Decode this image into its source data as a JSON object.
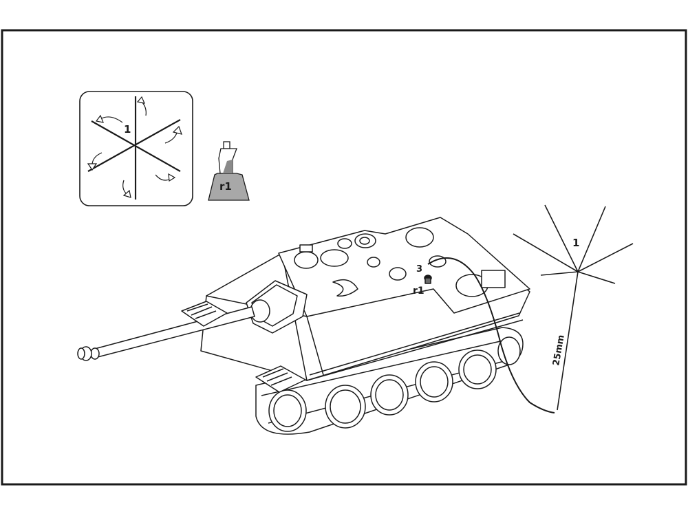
{
  "detail_box": {
    "part_number": "1"
  },
  "resin_part": {
    "label": "r1",
    "fill_color": "#a8a8a8"
  },
  "tank_callouts": {
    "part_number": "3",
    "resin_label": "r1"
  },
  "antenna_callout": {
    "part_number": "1",
    "length_label": "25mm"
  },
  "colors": {
    "line": "#1a1a1a",
    "background": "#ffffff"
  }
}
